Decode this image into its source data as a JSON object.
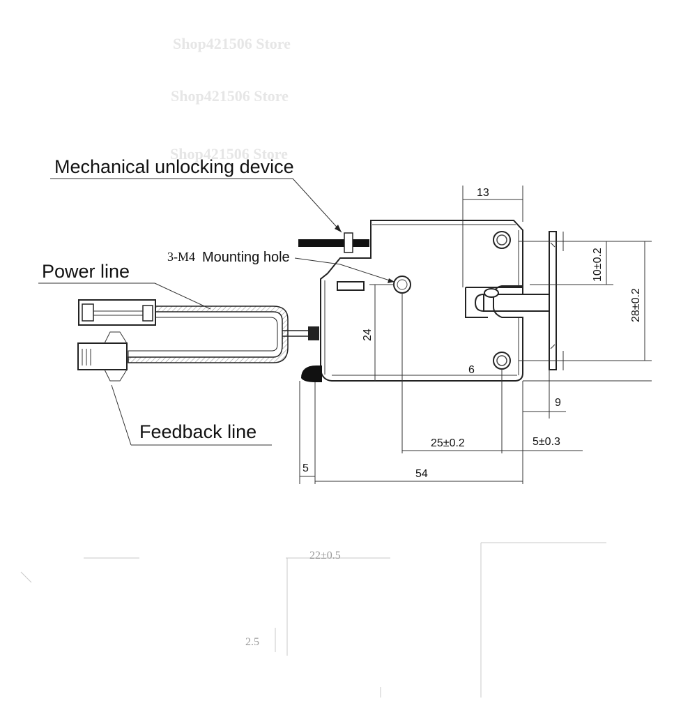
{
  "watermarks": [
    "Shop421506 Store",
    "Shop421506 Store",
    "Shop421506 Store"
  ],
  "callouts": {
    "mechanical_unlocking": "Mechanical unlocking device",
    "mounting_prefix": "3-M4",
    "mounting_hole": "Mounting hole",
    "power_line": "Power line",
    "feedback_line": "Feedback line"
  },
  "dimensions": {
    "d13": "13",
    "d10": "10±0.2",
    "d28": "28±0.2",
    "d24": "24",
    "d6": "6",
    "d9": "9",
    "d25": "25±0.2",
    "d5_03": "5±0.3",
    "d5": "5",
    "d54": "54"
  },
  "faint_lower": {
    "label_a": "22±0.5",
    "label_b": "2.5"
  },
  "colors": {
    "ink": "#111111",
    "watermark": "#e6e6e6",
    "cable_hatch": "#999999"
  }
}
